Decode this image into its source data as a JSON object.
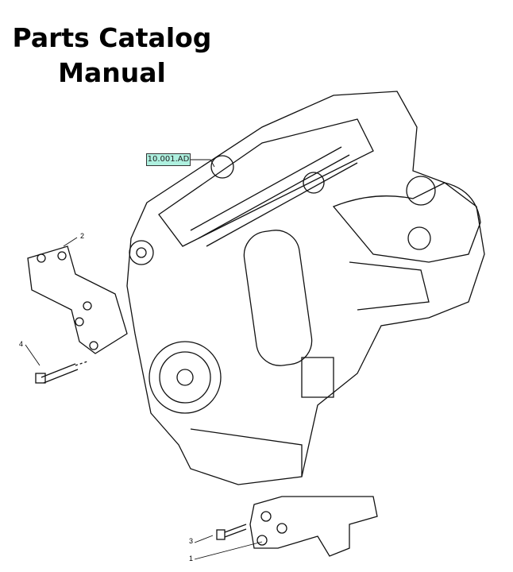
{
  "title": {
    "line1": "Parts Catalog",
    "line2": "Manual"
  },
  "diagram": {
    "reference_label": "10.001.AD",
    "label_color": "#aef0df",
    "callouts": [
      "1",
      "2",
      "3",
      "4"
    ]
  }
}
